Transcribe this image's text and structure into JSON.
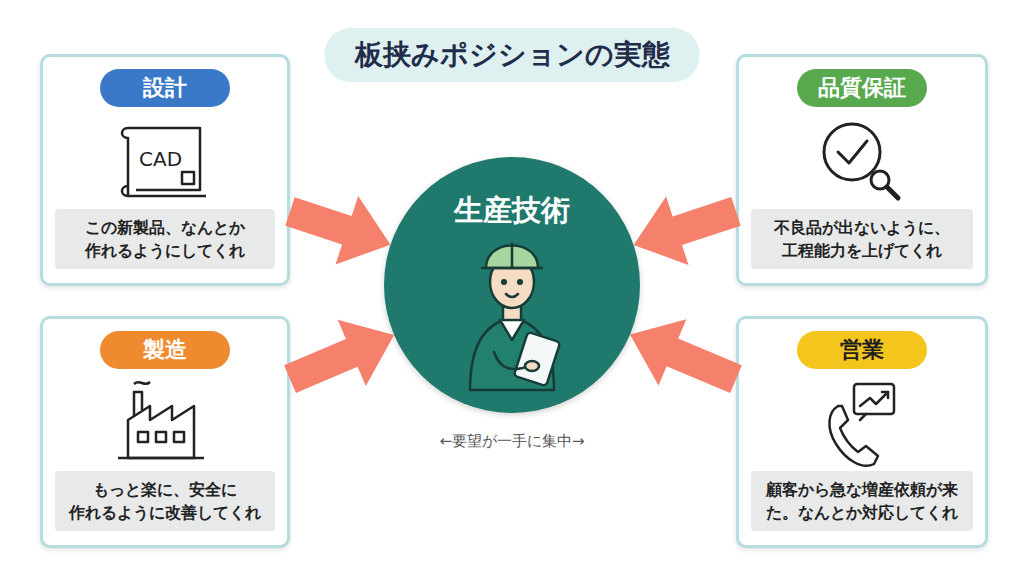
{
  "diagram": {
    "title": "板挟みポジションの実態",
    "nodes": [
      {
        "text": [
          "設計",
          "この新製品、なんとか 作れるようにしてくれ"
        ]
      },
      {
        "text": [
          "品質保証",
          "不良品が出ないように、 工程能力を上げてくれ"
        ]
      },
      {
        "text": [
          "生産技術"
        ]
      },
      {
        "text": [
          "製造",
          "もっと楽に、安全に 作れるように改善してくれ"
        ]
      },
      {
        "text": [
          "営業",
          "顧客から急な増産依頼が来 た。なんとか対応してくれ"
        ]
      }
    ],
    "edges": [
      {
        "from": 0,
        "to": 2,
        "arrow": "to"
      },
      {
        "from": 1,
        "to": 2,
        "arrow": "to"
      },
      {
        "from": 3,
        "to": 2,
        "arrow": "to"
      },
      {
        "from": 4,
        "to": 2,
        "arrow": "to"
      }
    ],
    "labels": [
      "CAD",
      "←要望が一手に集中→"
    ]
  }
}
